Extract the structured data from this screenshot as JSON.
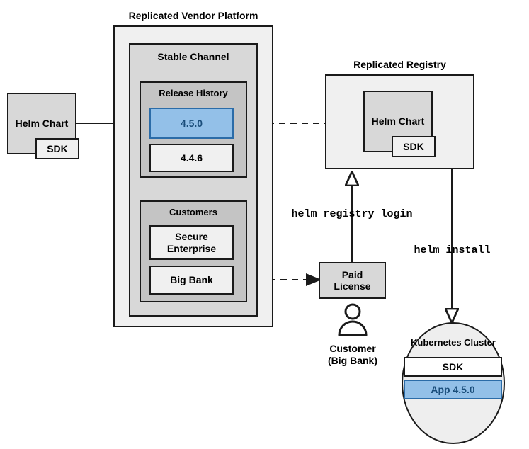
{
  "diagram": {
    "title_vendor_platform": "Replicated Vendor Platform",
    "title_registry": "Replicated Registry",
    "stable_channel": "Stable Channel",
    "release_history": "Release History",
    "releases": [
      {
        "version": "4.5.0",
        "state": "selected"
      },
      {
        "version": "4.4.6",
        "state": "normal"
      }
    ],
    "customers_header": "Customers",
    "customers": [
      {
        "name": "Secure\nEnterprise"
      },
      {
        "name": "Big Bank"
      }
    ],
    "helm_chart_left": {
      "title": "Helm Chart",
      "inner": "SDK"
    },
    "helm_chart_registry": {
      "title": "Helm Chart",
      "inner": "SDK"
    },
    "paid_license": "Paid\nLicense",
    "customer_actor": "Customer\n(Big Bank)",
    "commands": {
      "registry_login": "helm registry login",
      "install": "helm install"
    },
    "cluster": {
      "title": "Kubernetes Cluster",
      "items": [
        {
          "label": "SDK",
          "state": "normal"
        },
        {
          "label": "App 4.5.0",
          "state": "selected"
        }
      ]
    },
    "colors": {
      "accent_blue_fill": "#93c0e8",
      "accent_blue_border": "#2b6ca8",
      "accent_blue_text": "#1a4d7a",
      "stroke": "#1a1a1a",
      "fill_light": "#f0f0f0",
      "fill_mid": "#d8d8d8",
      "fill_dark": "#c4c4c4"
    }
  }
}
